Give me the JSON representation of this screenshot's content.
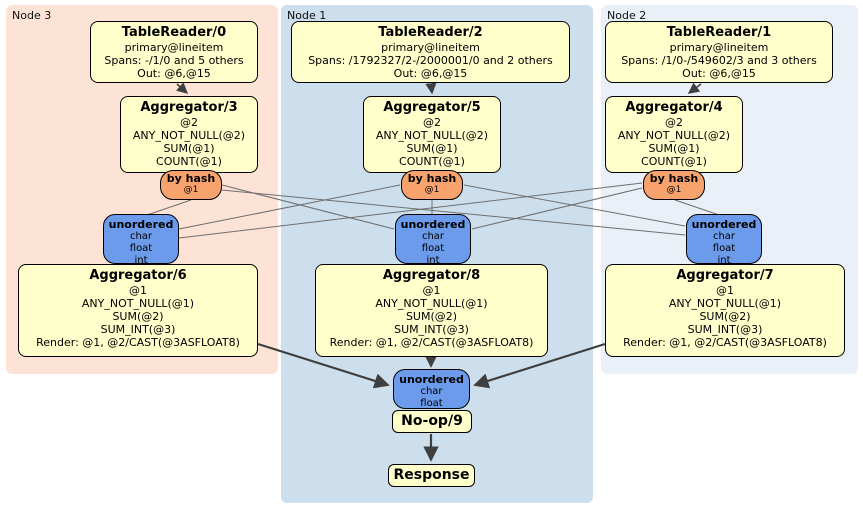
{
  "colors": {
    "processor_fill": "#ffffcc",
    "router_fill": "#f8a36d",
    "sync_fill": "#6b9bea",
    "node3_bg": "#fce3d6",
    "node1_bg": "#cddfec",
    "node2_bg": "#eaf0f8",
    "edge_thin": "#6f6f6f",
    "edge_thick": "#3f3f3f"
  },
  "regions": {
    "node3": {
      "label": "Node 3"
    },
    "node1": {
      "label": "Node 1"
    },
    "node2": {
      "label": "Node 2"
    }
  },
  "processors": {
    "tr0": {
      "title": "TableReader/0",
      "lines": [
        "primary@lineitem",
        "Spans: -/1/0 and 5 others",
        "Out: @6,@15"
      ]
    },
    "tr2": {
      "title": "TableReader/2",
      "lines": [
        "primary@lineitem",
        "Spans: /1792327/2-/2000001/0 and 2 others",
        "Out: @6,@15"
      ]
    },
    "tr1": {
      "title": "TableReader/1",
      "lines": [
        "primary@lineitem",
        "Spans: /1/0-/549602/3 and 3 others",
        "Out: @6,@15"
      ]
    },
    "agg3": {
      "title": "Aggregator/3",
      "lines": [
        "@2",
        "ANY_NOT_NULL(@2)",
        "SUM(@1)",
        "COUNT(@1)"
      ]
    },
    "agg5": {
      "title": "Aggregator/5",
      "lines": [
        "@2",
        "ANY_NOT_NULL(@2)",
        "SUM(@1)",
        "COUNT(@1)"
      ]
    },
    "agg4": {
      "title": "Aggregator/4",
      "lines": [
        "@2",
        "ANY_NOT_NULL(@2)",
        "SUM(@1)",
        "COUNT(@1)"
      ]
    },
    "agg6": {
      "title": "Aggregator/6",
      "lines": [
        "@1",
        "ANY_NOT_NULL(@1)",
        "SUM(@2)",
        "SUM_INT(@3)",
        "Render: @1, @2/CAST(@3ASFLOAT8)"
      ]
    },
    "agg8": {
      "title": "Aggregator/8",
      "lines": [
        "@1",
        "ANY_NOT_NULL(@1)",
        "SUM(@2)",
        "SUM_INT(@3)",
        "Render: @1, @2/CAST(@3ASFLOAT8)"
      ]
    },
    "agg7": {
      "title": "Aggregator/7",
      "lines": [
        "@1",
        "ANY_NOT_NULL(@1)",
        "SUM(@2)",
        "SUM_INT(@3)",
        "Render: @1, @2/CAST(@3ASFLOAT8)"
      ]
    },
    "noop": {
      "title": "No-op/9"
    },
    "response": {
      "title": "Response"
    }
  },
  "routers": {
    "hash3": {
      "label": "by hash",
      "sub": "@1"
    },
    "hash5": {
      "label": "by hash",
      "sub": "@1"
    },
    "hash4": {
      "label": "by hash",
      "sub": "@1"
    }
  },
  "syncs": {
    "un3": {
      "label": "unordered",
      "items": [
        "char",
        "float",
        "int"
      ]
    },
    "un1": {
      "label": "unordered",
      "items": [
        "char",
        "float",
        "int"
      ]
    },
    "un2": {
      "label": "unordered",
      "items": [
        "char",
        "float",
        "int"
      ]
    },
    "unfinal": {
      "label": "unordered",
      "items": [
        "char",
        "float"
      ]
    }
  }
}
